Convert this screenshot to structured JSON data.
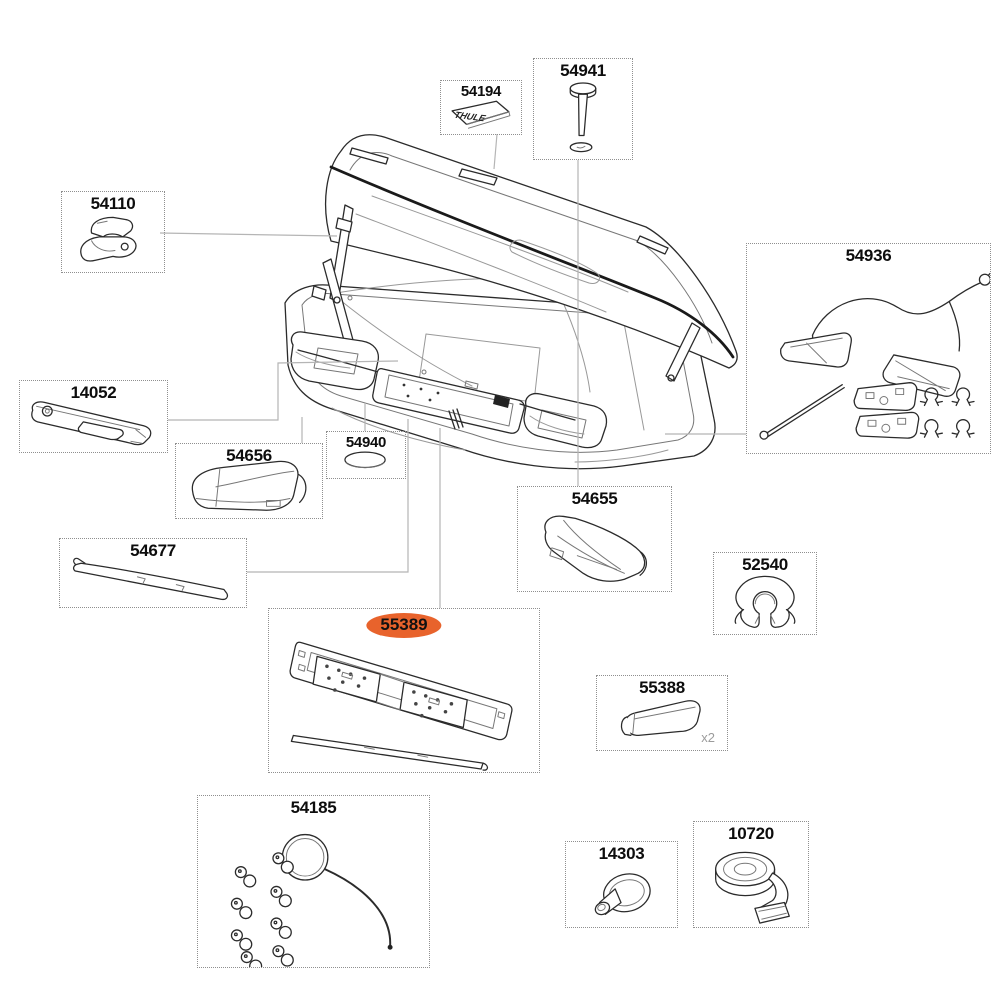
{
  "diagram": {
    "name": "Roof box exploded parts diagram",
    "logo_text": "THULE",
    "highlight_color": "#e8632c",
    "outline_color": "#2b2b2b",
    "leader_color": "#b5b5b5"
  },
  "parts": {
    "p54194": {
      "label": "54194"
    },
    "p54941": {
      "label": "54941"
    },
    "p54110": {
      "label": "54110"
    },
    "p54936": {
      "label": "54936"
    },
    "p14052": {
      "label": "14052"
    },
    "p54656": {
      "label": "54656"
    },
    "p54940": {
      "label": "54940"
    },
    "p54655": {
      "label": "54655"
    },
    "p52540": {
      "label": "52540"
    },
    "p54677": {
      "label": "54677"
    },
    "p55389": {
      "label": "55389",
      "highlighted": true
    },
    "p55388": {
      "label": "55388",
      "qty": "x2"
    },
    "p54185": {
      "label": "54185"
    },
    "p14303": {
      "label": "14303"
    },
    "p10720": {
      "label": "10720"
    }
  }
}
